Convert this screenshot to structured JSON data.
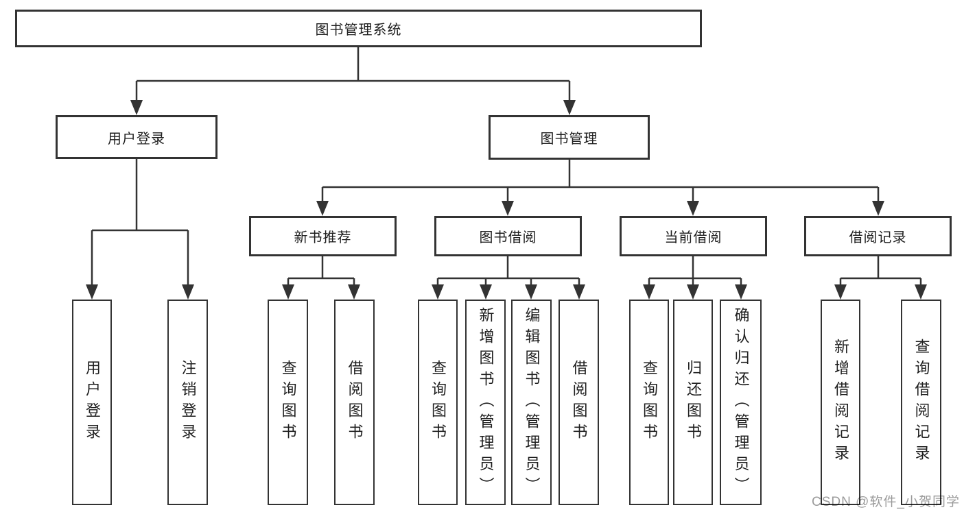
{
  "diagram": {
    "root": {
      "label": "图书管理系统"
    },
    "level2": [
      {
        "label": "用户登录"
      },
      {
        "label": "图书管理"
      }
    ],
    "level3": [
      {
        "label": "新书推荐",
        "parent": "图书管理"
      },
      {
        "label": "图书借阅",
        "parent": "图书管理"
      },
      {
        "label": "当前借阅",
        "parent": "图书管理"
      },
      {
        "label": "借阅记录",
        "parent": "图书管理"
      }
    ],
    "leaves": [
      {
        "label": "用户登录",
        "parent": "用户登录"
      },
      {
        "label": "注销登录",
        "parent": "用户登录"
      },
      {
        "label": "查询图书",
        "parent": "新书推荐"
      },
      {
        "label": "借阅图书",
        "parent": "新书推荐"
      },
      {
        "label": "查询图书",
        "parent": "图书借阅"
      },
      {
        "label": "新增图书（管理员）",
        "parent": "图书借阅"
      },
      {
        "label": "编辑图书（管理员）",
        "parent": "图书借阅"
      },
      {
        "label": "借阅图书",
        "parent": "图书借阅"
      },
      {
        "label": "查询图书",
        "parent": "当前借阅"
      },
      {
        "label": "归还图书",
        "parent": "当前借阅"
      },
      {
        "label": "确认归还（管理员）",
        "parent": "当前借阅"
      },
      {
        "label": "新增借阅记录",
        "parent": "借阅记录"
      },
      {
        "label": "查询借阅记录",
        "parent": "借阅记录"
      }
    ]
  },
  "watermark": {
    "text": "CSDN @软件_小贺同学"
  },
  "colors": {
    "line": "#333333",
    "box_border": "#333333",
    "text": "#1f1f1f",
    "watermark": "#9b9b9b",
    "background": "#ffffff"
  }
}
